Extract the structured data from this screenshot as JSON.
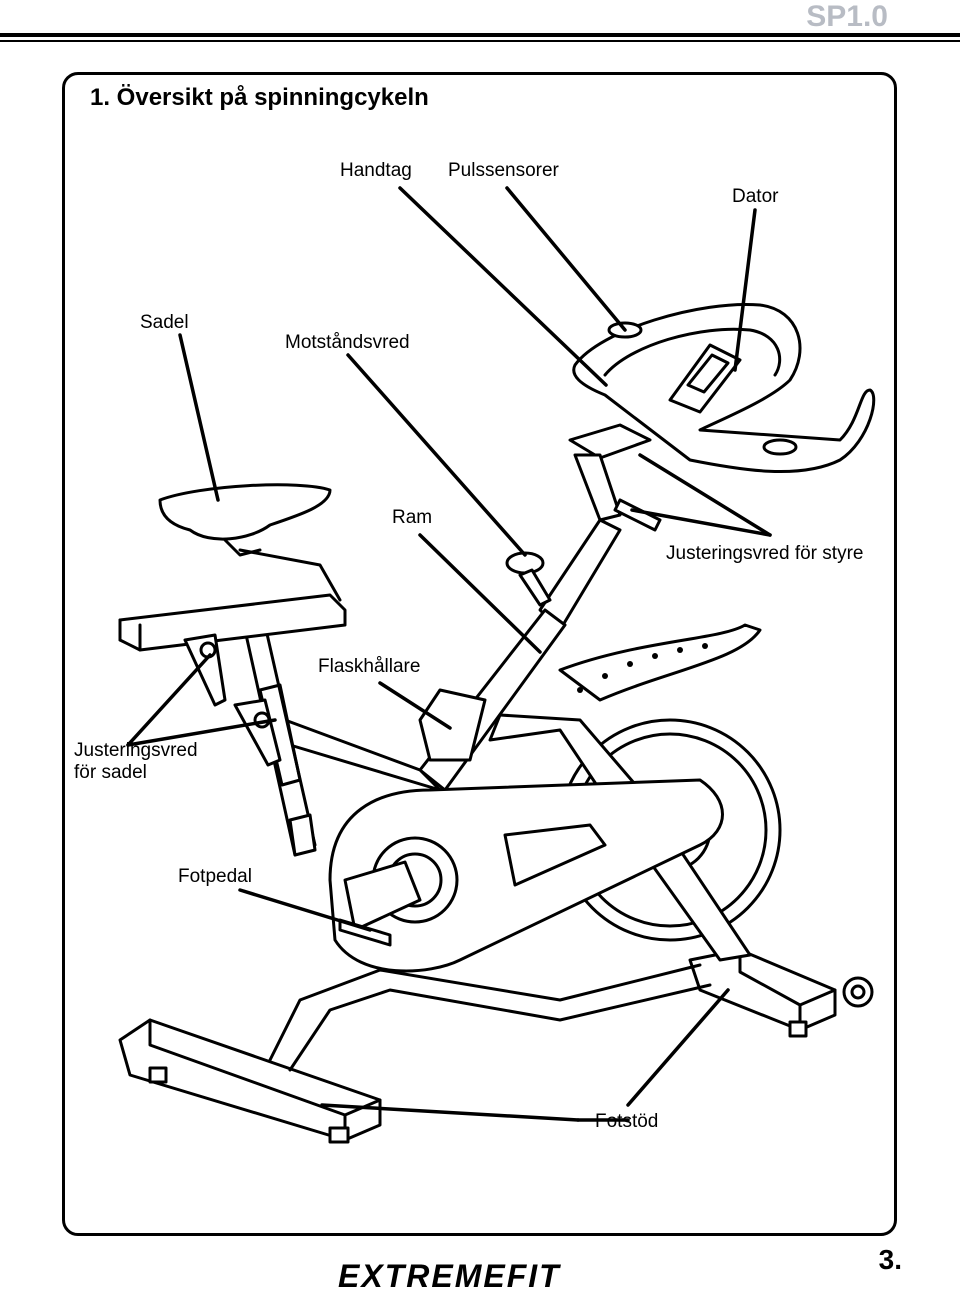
{
  "header": {
    "code": "SP1.0"
  },
  "section": {
    "title": "1. Översikt på spinningcykeln"
  },
  "labels": {
    "handtag": "Handtag",
    "pulssensorer": "Pulssensorer",
    "dator": "Dator",
    "sadel": "Sadel",
    "motstandsvred": "Motståndsvred",
    "ram": "Ram",
    "justeringsvred_styre": "Justeringsvred för styre",
    "flaskhallare": "Flaskhållare",
    "justeringsvred_sadel": "Justeringsvred\nför sadel",
    "fotpedal": "Fotpedal",
    "fotstod": "Fotstöd"
  },
  "footer": {
    "brand": "EXTREMEFIT",
    "page_number": "3."
  }
}
